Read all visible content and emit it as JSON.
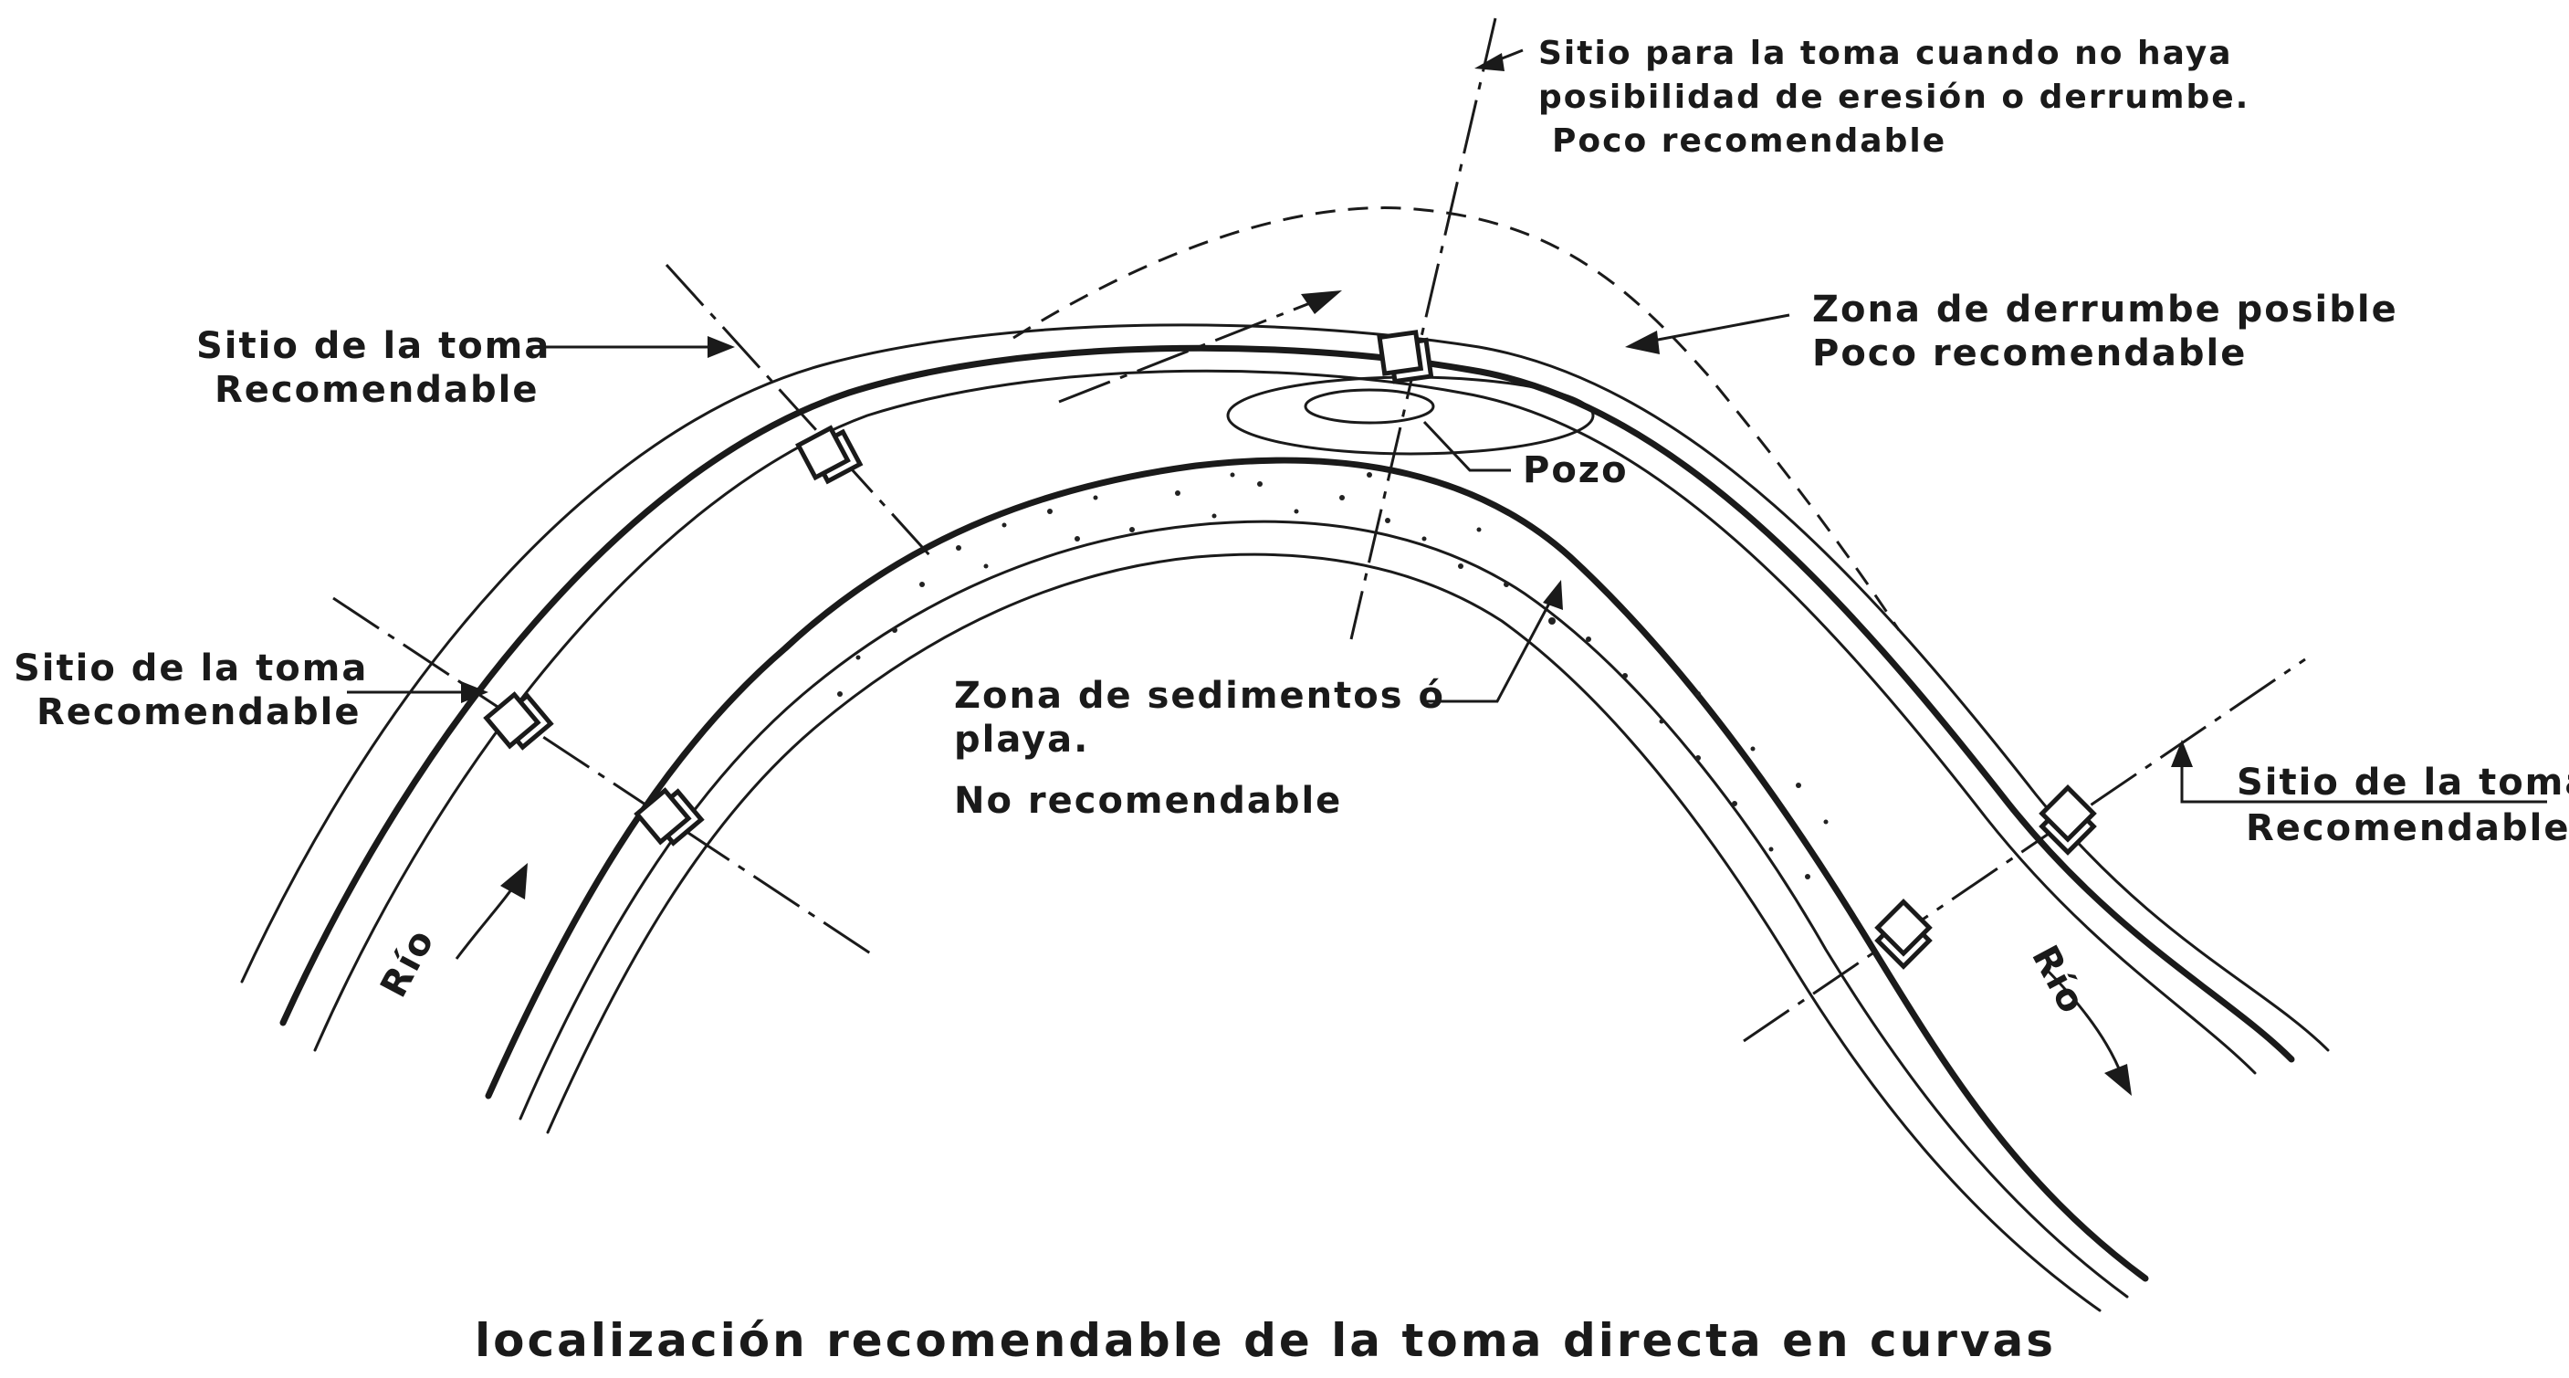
{
  "labels": {
    "top_note_line1": "Sitio para la toma cuando no haya",
    "top_note_line2": "posibilidad de eresión o derrumbe.",
    "top_note_line3": "Poco recomendable",
    "collapse_zone_line1": "Zona de derrumbe posible",
    "collapse_zone_line2": "Poco recomendable",
    "upper_left_site_line1": "Sitio de la toma",
    "upper_left_site_line2": "Recomendable",
    "left_site_line1": "Sitio de la toma",
    "left_site_line2": "Recomendable",
    "right_site_line1": "Sitio de la toma",
    "right_site_line2": "Recomendable",
    "well": "Pozo",
    "sediment_line1": "Zona de sedimentos ó",
    "sediment_line2": "playa.",
    "sediment_line3": "No recomendable",
    "river_left": "Río",
    "river_right": "Río",
    "caption": "localización recomendable de la toma directa en curvas"
  },
  "colors": {
    "ink": "#1a1a1a",
    "background": "#ffffff"
  }
}
